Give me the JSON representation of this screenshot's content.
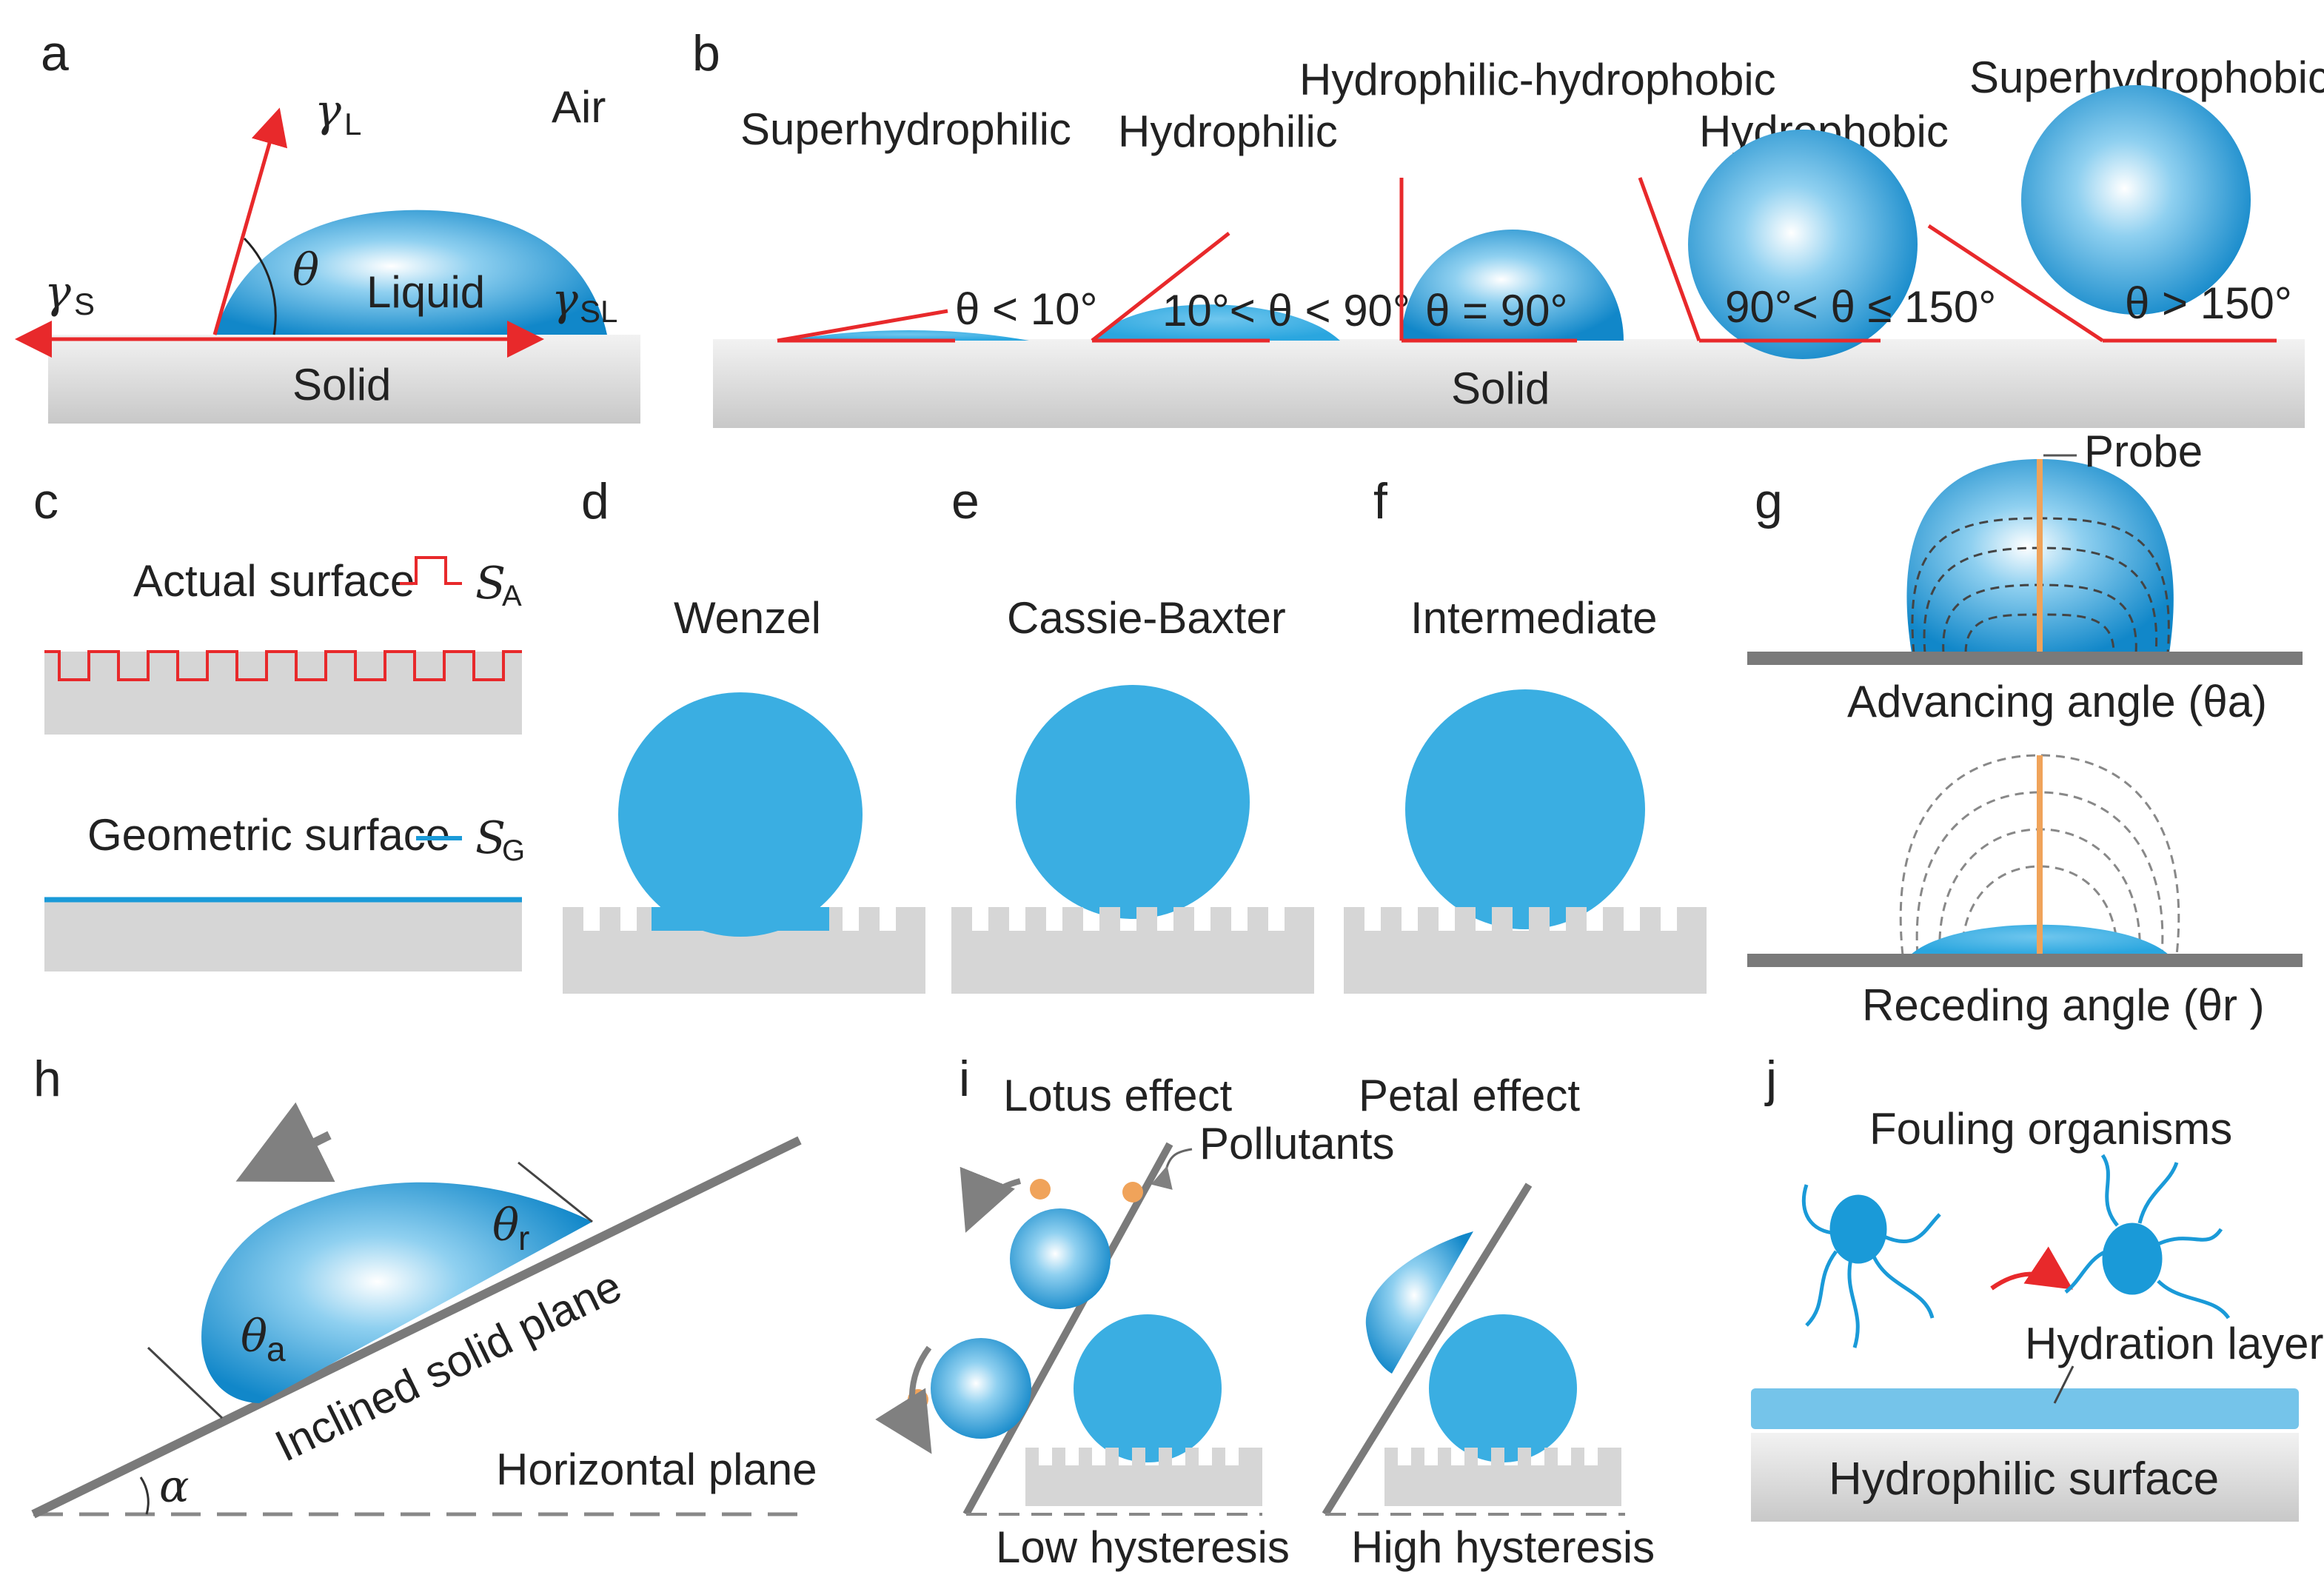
{
  "panel_letters": {
    "a": "a",
    "b": "b",
    "c": "c",
    "d": "d",
    "e": "e",
    "f": "f",
    "g": "g",
    "h": "h",
    "i": "i",
    "j": "j"
  },
  "panel_a": {
    "gamma": "γ",
    "sub_L": "L",
    "sub_S": "S",
    "sub_SL": "SL",
    "theta": "θ",
    "air": "Air",
    "liquid": "Liquid",
    "solid": "Solid"
  },
  "panel_b": {
    "superhydrophilic": "Superhydrophilic",
    "hydrophilic": "Hydrophilic",
    "hydrophilic_hydrophobic": "Hydrophilic-hydrophobic",
    "hydrophobic": "Hydrophobic",
    "superhydrophobic": "Superhydrophobic",
    "cond1": "θ < 10°",
    "cond2": "10°< θ < 90°",
    "cond3": "θ = 90°",
    "cond4": "90°< θ ≤ 150°",
    "cond5": "θ > 150°",
    "solid": "Solid"
  },
  "panel_c": {
    "actual": "Actual surface",
    "sa_S": "S",
    "sa_A": "A",
    "geometric": "Geometric surface",
    "sg_S": "S",
    "sg_G": "G"
  },
  "panel_d": {
    "title": "Wenzel"
  },
  "panel_e": {
    "title": "Cassie-Baxter"
  },
  "panel_f": {
    "title": "Intermediate"
  },
  "panel_g": {
    "probe": "Probe",
    "advancing": "Advancing angle (θa)",
    "receding": "Receding angle (θr )"
  },
  "panel_h": {
    "theta": "θ",
    "sub_r": "r",
    "sub_a": "a",
    "inclined": "Inclined solid plane",
    "horizontal": "Horizontal plane",
    "alpha": "α"
  },
  "panel_i": {
    "lotus": "Lotus effect",
    "petal": "Petal effect",
    "pollutants": "Pollutants",
    "low": "Low hysteresis",
    "high": "High hysteresis"
  },
  "panel_j": {
    "fouling": "Fouling organisms",
    "hydration": "Hydration layer",
    "surface": "Hydrophilic surface"
  },
  "colors": {
    "water": "#1a9ad8",
    "red": "#e8292b",
    "gray": "#d6d6d6",
    "orange": "#f0a35a"
  }
}
